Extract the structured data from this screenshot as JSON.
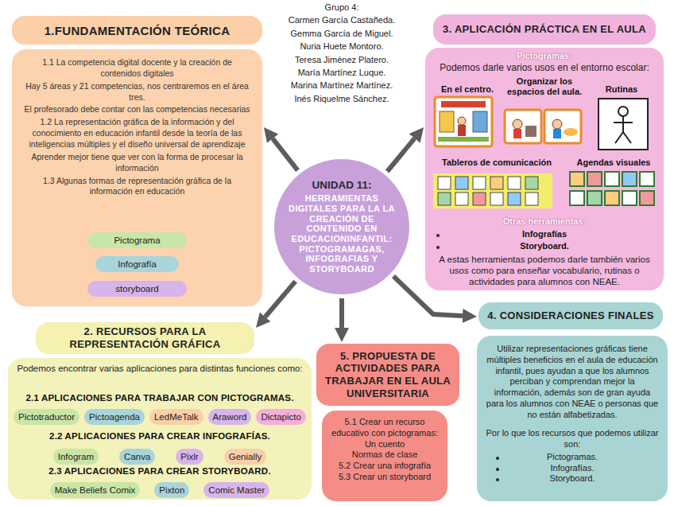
{
  "diagram": {
    "nodes": [
      {
        "text": [
          "1.FUNDAMENTACIÓN TEÓRICA"
        ]
      },
      {
        "text": [
          "1.1 La competencia digital docente y la creación de contenidos digitales",
          "Hay 5 áreas y 21 competencias, nos centraremos en el área tres.",
          "El profesorado debe contar con las competencias necesarias",
          "1.2 La representación gráfica de la información y del conocimiento en educación infantil desde la teoría de las inteligencias múltiples y el diseño universal de aprendizaje",
          "Aprender mejor tiene que ver con la forma de procesar la información",
          "1.3 Algunas formas de representación gráfica de la información en educación"
        ]
      },
      {
        "text": [
          "Pictograma"
        ],
        "in": 1
      },
      {
        "text": [
          "Infografía"
        ],
        "in": 1
      },
      {
        "text": [
          "storyboard"
        ],
        "in": 1
      },
      {
        "text": [
          "UNIDAD 11:",
          "HERRAMIENTAS DIGITALES PARA LA LA CREACIÓN DE CONTENIDO EN EDUCACIONINFANTIL: PICTOGRAMAGAS, INFOGRAFIAS Y STORYBOARD"
        ]
      },
      {
        "text": [
          "3. APLICACIÓN PRÁCTICA EN EL AULA"
        ]
      },
      {
        "text": [
          "Pictogramas:",
          "Podemos darle varios usos en el entorno escolar:",
          "En el centro.",
          "Organizar los espacios del aula.",
          "Rutinas",
          "Tableros de comunicación",
          "Agendas visuales",
          "Otras herramientas:",
          "Infografías",
          "Storyboard.",
          "A estas herramientas podemos darle también varios usos como para enseñar vocabulario, rutinas o actividades para alumnos con NEAE."
        ]
      },
      {
        "text": [
          "2. RECURSOS PARA LA REPRESENTACIÓN GRÁFICA"
        ]
      },
      {
        "text": [
          "Podemos encontrar varias aplicaciones para distintas funciones como:",
          "2.1 APLICACIONES PARA TRABAJAR CON PICTOGRAMAS.",
          "2.2 APLICACIONES PARA CREAR INFOGRAFÍAS.",
          "2.3 APLICACIONES PARA CREAR STORYBOARD."
        ]
      },
      {
        "text": [
          "Pictotraductor"
        ],
        "in": 9
      },
      {
        "text": [
          "Pictoagenda"
        ],
        "in": 9
      },
      {
        "text": [
          "LedMeTalk"
        ],
        "in": 9
      },
      {
        "text": [
          "Araword"
        ],
        "in": 9
      },
      {
        "text": [
          "Dictapicto"
        ],
        "in": 9
      },
      {
        "text": [
          "Infogram"
        ],
        "in": 9
      },
      {
        "text": [
          "Canva"
        ],
        "in": 9
      },
      {
        "text": [
          "Pixlr"
        ],
        "in": 9
      },
      {
        "text": [
          "Genially"
        ],
        "in": 9
      },
      {
        "text": [
          "Make Beliefs Comix"
        ],
        "in": 9
      },
      {
        "text": [
          "Pixton"
        ],
        "in": 9
      },
      {
        "text": [
          "Comic Master"
        ],
        "in": 9
      },
      {
        "text": [
          "5. PROPUESTA DE ACTIVIDADES PARA TRABAJAR EN EL AULA UNIVERSITARIA"
        ]
      },
      {
        "text": [
          "5.1 Crear un recurso educativo con pictogramas:",
          "Un cuento",
          "Normas de clase",
          "5.2 Crear una infografía",
          "5.3 Crear un storyboard"
        ]
      },
      {
        "text": [
          "4. CONSIDERACIONES FINALES"
        ]
      },
      {
        "text": [
          "Utilizar representaciones gráficas tiene múltiples beneficios en el aula de educación infantil, pues ayudan a que los alumnos perciban y comprendan mejor la información, además son de gran ayuda para los alumnos con NEAE o personas que no están alfabetizadas.",
          "Por lo que los recursos que podemos utilizar son:",
          "Pictogramas.",
          "Infografías.",
          "Storyboard."
        ]
      }
    ],
    "edges": [
      {
        "from": 5,
        "to": 1,
        "arrow": "to"
      },
      {
        "from": 5,
        "to": 7,
        "arrow": "to"
      },
      {
        "from": 5,
        "to": 8,
        "arrow": "to"
      },
      {
        "from": 5,
        "to": 22,
        "arrow": "to"
      },
      {
        "from": 5,
        "to": 24,
        "arrow": "to"
      }
    ],
    "labels": [
      "Grupo 4:",
      "Carmen García Castañeda.",
      "Gemma García de Miguel.",
      "Nuria Huete Montoro.",
      "Teresa Jiménez Platero.",
      "María Martínez Luque.",
      "Marina Martínez Martínez.",
      "Inés Riquelme Sánchez."
    ]
  }
}
